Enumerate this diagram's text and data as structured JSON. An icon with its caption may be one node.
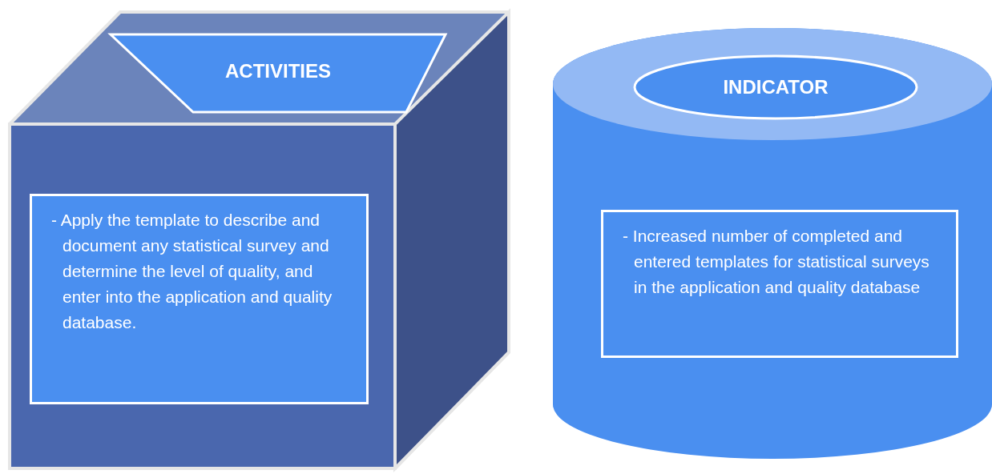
{
  "diagram": {
    "nodes": [
      {
        "text": [],
        "shape": "box"
      },
      {
        "text": [
          "ACTIVITIES"
        ],
        "in": 0
      },
      {
        "text": [
          "- Apply the template to describe and document any statistical survey and determine the level of quality, and enter into the application and quality database."
        ],
        "in": 0
      },
      {
        "text": [],
        "shape": "cylinder"
      },
      {
        "text": [
          "INDICATOR"
        ],
        "in": 3
      },
      {
        "text": [
          "- Increased number of completed and entered templates for statistical surveys in the application and quality database"
        ],
        "in": 3
      }
    ],
    "edges": []
  }
}
